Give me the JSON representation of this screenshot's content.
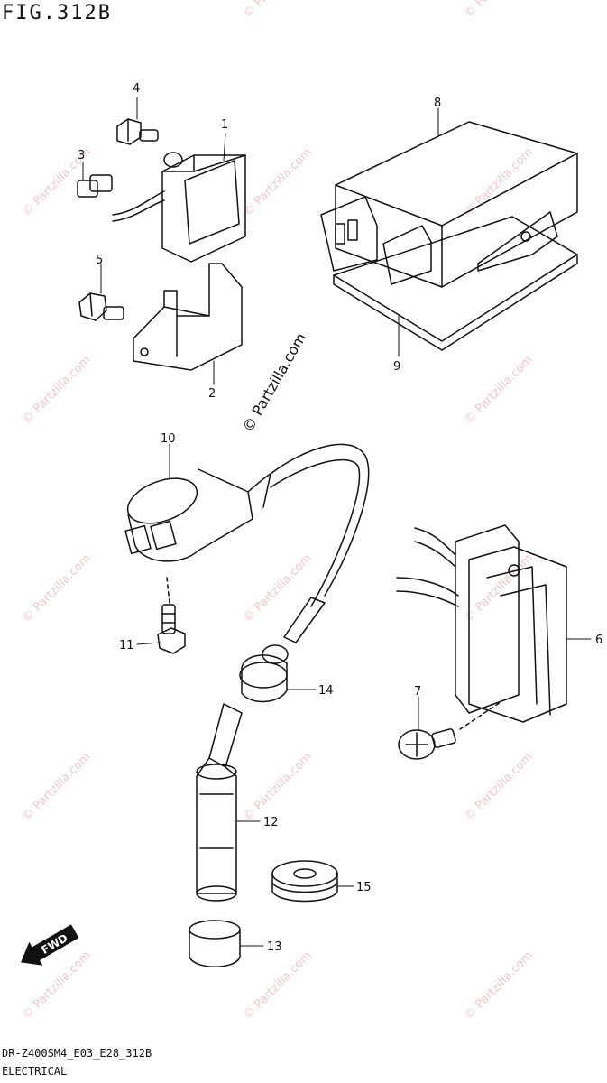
{
  "figure": {
    "title": "FIG.312B",
    "model_code": "DR-Z400SM4_E03_E28_312B",
    "caption": "ELECTRICAL"
  },
  "watermark": {
    "center_text": "© Partzilla.com",
    "tile_text": "© Partzilla.com"
  },
  "direction_arrow": {
    "label": "FWD"
  },
  "callouts": {
    "c1": "1",
    "c2": "2",
    "c3": "3",
    "c4": "4",
    "c5": "5",
    "c6": "6",
    "c7": "7",
    "c8": "8",
    "c9": "9",
    "c10": "10",
    "c11": "11",
    "c12": "12",
    "c13": "13",
    "c14": "14",
    "c15": "15"
  },
  "colors": {
    "line": "#111111",
    "watermark": "#f0c9c9"
  }
}
